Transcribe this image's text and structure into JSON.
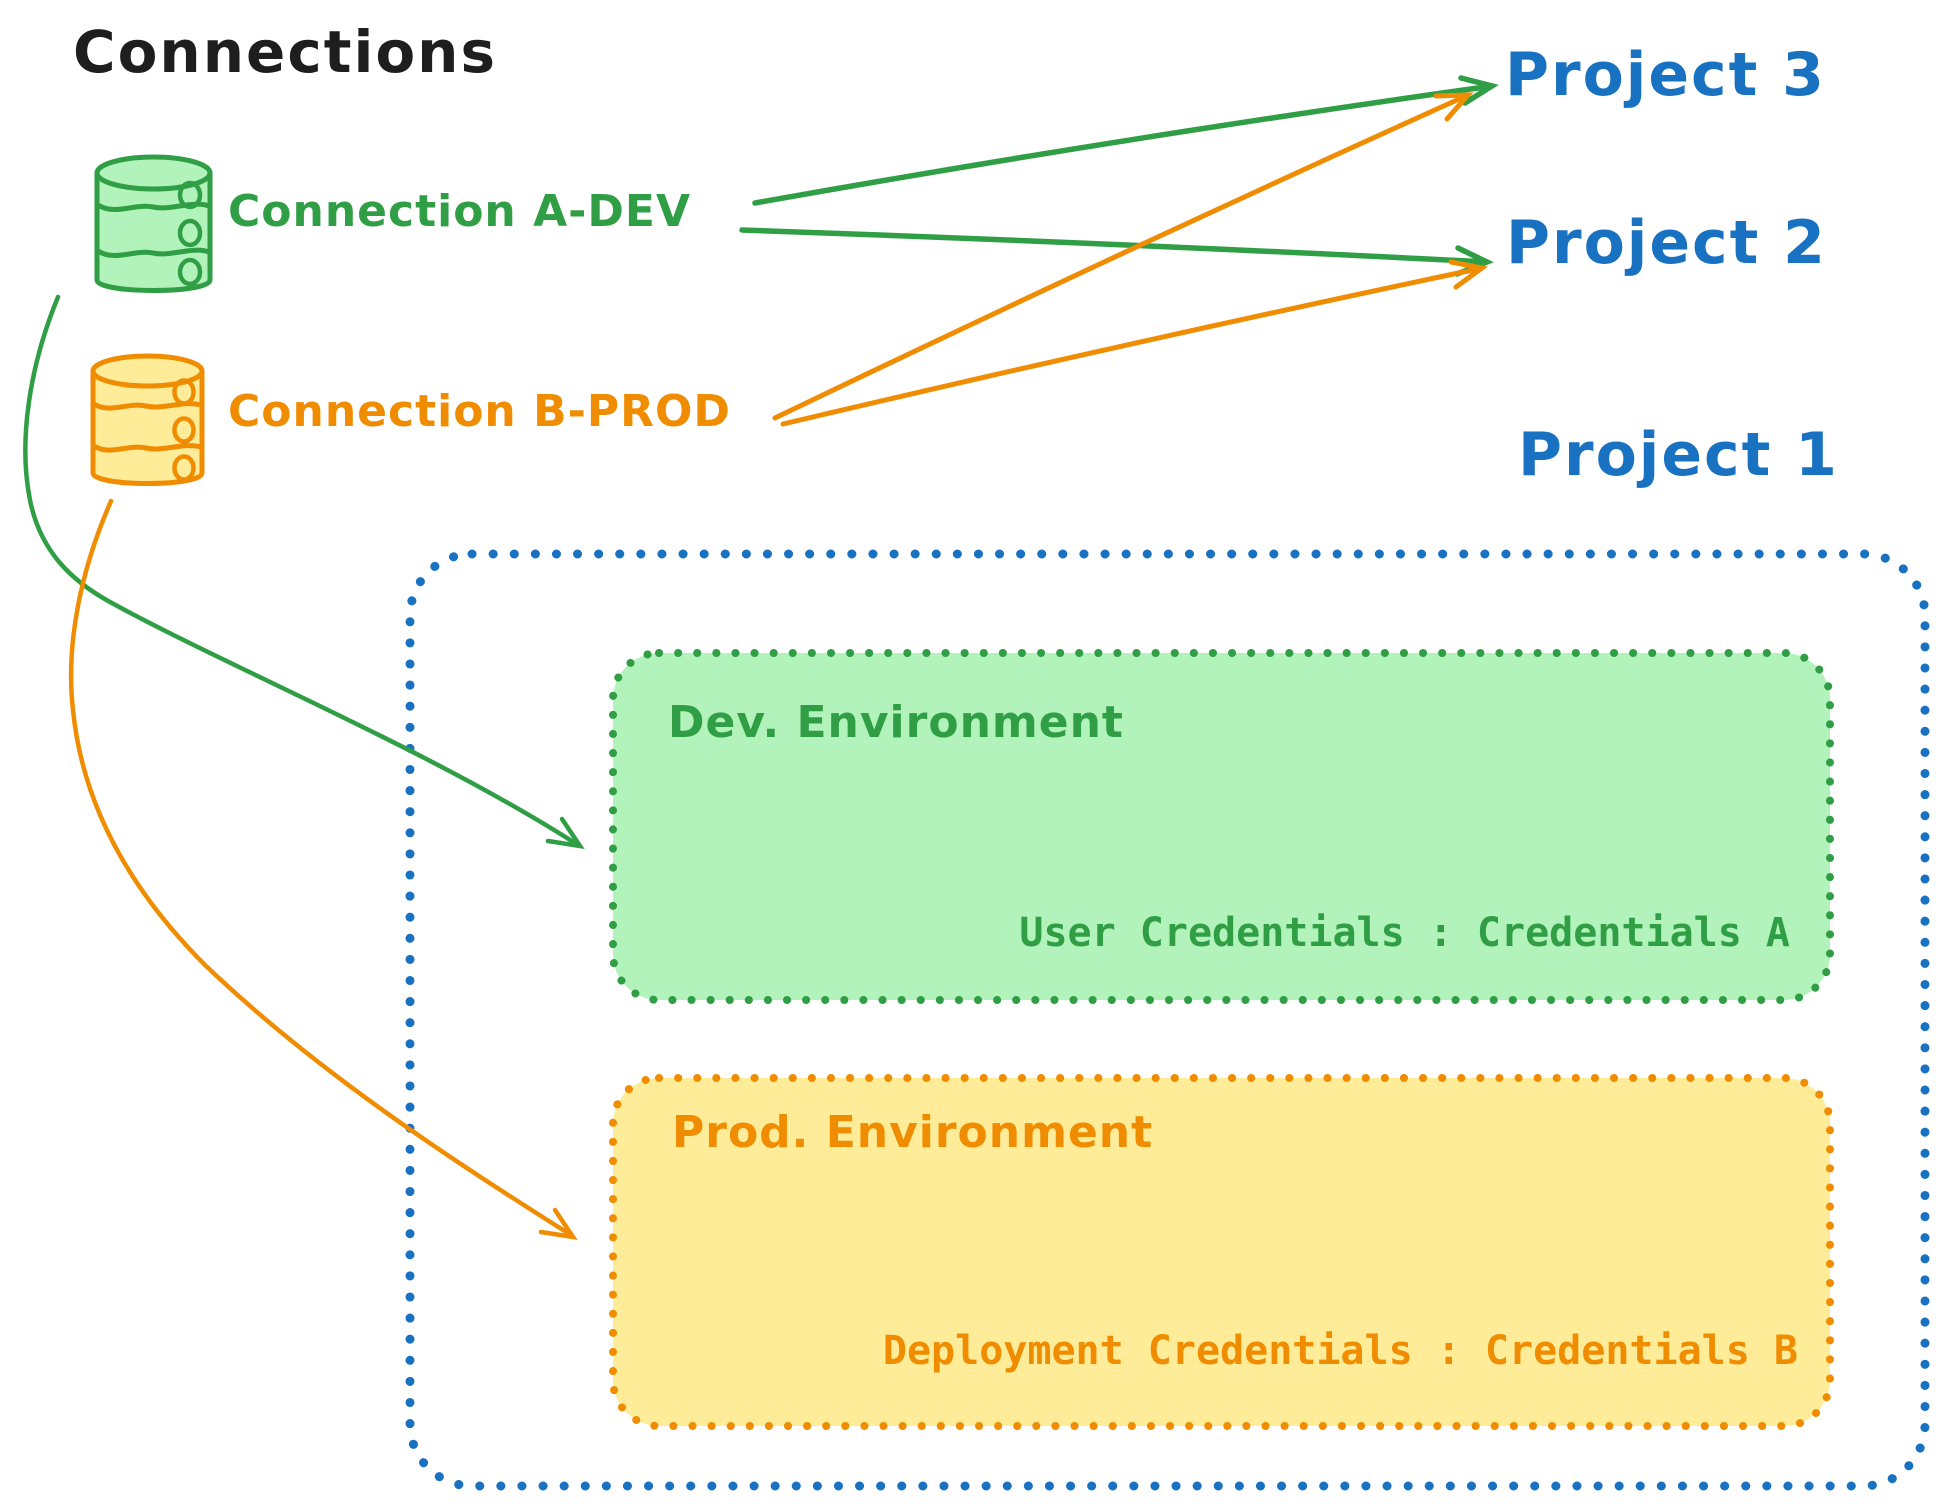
{
  "diagram": {
    "title": "Connections",
    "connections": [
      {
        "label": "Connection A-DEV",
        "color": "#2f9e44",
        "fill": "#b2f2bb",
        "icon": "database-cylinder-icon"
      },
      {
        "label": "Connection B-PROD",
        "color": "#f08c00",
        "fill": "#ffec99",
        "icon": "database-cylinder-icon"
      }
    ],
    "projects": [
      {
        "label": "Project 3",
        "color": "#1971c2"
      },
      {
        "label": "Project 2",
        "color": "#1971c2"
      },
      {
        "label": "Project 1",
        "color": "#1971c2"
      }
    ],
    "project1_detail": {
      "environments": [
        {
          "title": "Dev. Environment",
          "credentials_line": "User Credentials : Credentials A",
          "stroke": "#2f9e44",
          "fill": "#b2f2bb"
        },
        {
          "title": "Prod. Environment",
          "credentials_line": "Deployment Credentials : Credentials B",
          "stroke": "#f08c00",
          "fill": "#ffec99"
        }
      ]
    },
    "arrows": [
      {
        "from": "Connection A-DEV",
        "to": "Project 3",
        "color": "#2f9e44",
        "style": "straight"
      },
      {
        "from": "Connection A-DEV",
        "to": "Project 2",
        "color": "#2f9e44",
        "style": "straight"
      },
      {
        "from": "Connection B-PROD",
        "to": "Project 3",
        "color": "#f08c00",
        "style": "straight"
      },
      {
        "from": "Connection B-PROD",
        "to": "Project 2",
        "color": "#f08c00",
        "style": "straight"
      },
      {
        "from": "Connection A-DEV",
        "to": "Dev. Environment",
        "color": "#2f9e44",
        "style": "curved"
      },
      {
        "from": "Connection B-PROD",
        "to": "Prod. Environment",
        "color": "#f08c00",
        "style": "curved"
      }
    ],
    "colors": {
      "title_black": "#1e1e1e",
      "project_blue": "#1971c2",
      "green_stroke": "#2f9e44",
      "green_fill": "#b2f2bb",
      "orange_stroke": "#f08c00",
      "orange_fill": "#ffec99",
      "background": "#ffffff"
    }
  }
}
